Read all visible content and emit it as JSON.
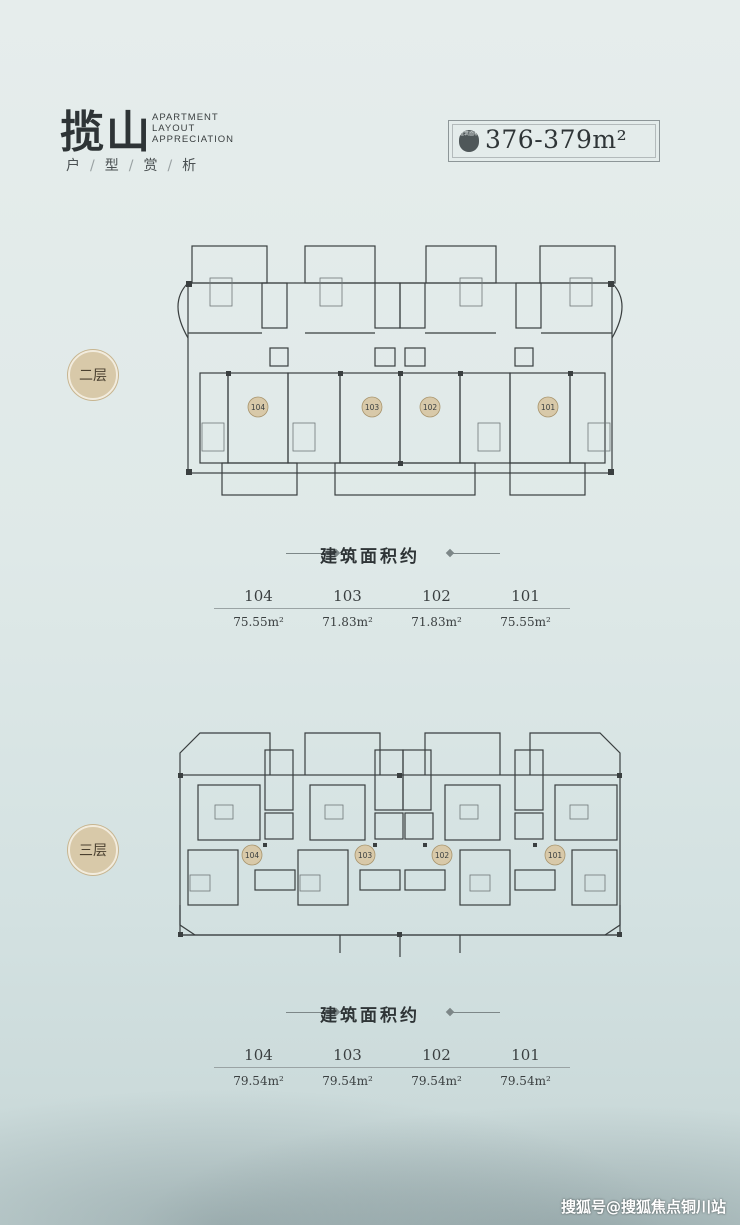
{
  "header": {
    "title": "揽山",
    "subtitle_lines": [
      "APARTMENT",
      "LAYOUT",
      "APPRECIATION"
    ],
    "tagline": [
      "户",
      "型",
      "赏",
      "析"
    ],
    "area_tag": "建筑面积",
    "area_range": "376-379m²"
  },
  "floors": [
    {
      "badge": "二层",
      "units": [
        "104",
        "103",
        "102",
        "101"
      ],
      "section_title": "建筑面积约",
      "areas": [
        {
          "unit": "104",
          "area": "75.55m²"
        },
        {
          "unit": "103",
          "area": "71.83m²"
        },
        {
          "unit": "102",
          "area": "71.83m²"
        },
        {
          "unit": "101",
          "area": "75.55m²"
        }
      ]
    },
    {
      "badge": "三层",
      "units": [
        "104",
        "103",
        "102",
        "101"
      ],
      "section_title": "建筑面积约",
      "areas": [
        {
          "unit": "104",
          "area": "79.54m²"
        },
        {
          "unit": "103",
          "area": "79.54m²"
        },
        {
          "unit": "102",
          "area": "79.54m²"
        },
        {
          "unit": "101",
          "area": "79.54m²"
        }
      ]
    }
  ],
  "watermark": "搜狐号@搜狐焦点铜川站",
  "colors": {
    "background": "#e2eaea",
    "badge_fill": "#d8c9a9",
    "wall": "#3a3f40"
  }
}
